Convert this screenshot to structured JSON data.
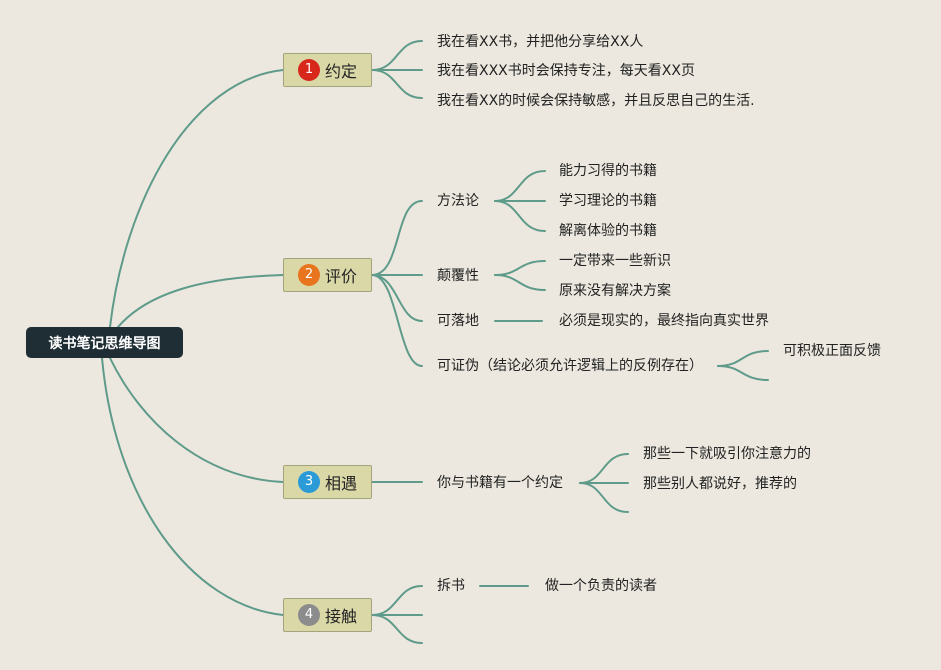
{
  "colors": {
    "background": "#ece8df",
    "connector": "#5f9b8a",
    "root_fill": "#1f2e34",
    "root_text": "#ffffff",
    "topic_fill": "#dbd8a8",
    "topic_border": "#a2a57c",
    "text": "#222222"
  },
  "root": {
    "label": "读书笔记思维导图"
  },
  "branches": [
    {
      "number": "1",
      "label": "约定",
      "badge_color": "#d8281c",
      "children": [
        {
          "label": "我在看XX书，并把他分享给XX人"
        },
        {
          "label": "我在看XXX书时会保持专注，每天看XX页"
        },
        {
          "label": "我在看XX的时候会保持敏感，并且反思自己的生活."
        }
      ]
    },
    {
      "number": "2",
      "label": "评价",
      "badge_color": "#e8741e",
      "children": [
        {
          "label": "方法论",
          "children": [
            {
              "label": "能力习得的书籍"
            },
            {
              "label": "学习理论的书籍"
            },
            {
              "label": "解离体验的书籍"
            }
          ]
        },
        {
          "label": "颠覆性",
          "children": [
            {
              "label": "一定带来一些新识"
            },
            {
              "label": "原来没有解决方案"
            }
          ]
        },
        {
          "label": "可落地",
          "children": [
            {
              "label": "必须是现实的，最终指向真实世界"
            }
          ]
        },
        {
          "label": "可证伪（结论必须允许逻辑上的反例存在）",
          "children": [
            {
              "label": "可积极正面反馈"
            }
          ]
        }
      ]
    },
    {
      "number": "3",
      "label": "相遇",
      "badge_color": "#2b9bd8",
      "children": [
        {
          "label": "你与书籍有一个约定",
          "children": [
            {
              "label": "那些一下就吸引你注意力的"
            },
            {
              "label": "那些别人都说好，推荐的"
            }
          ]
        }
      ]
    },
    {
      "number": "4",
      "label": "接触",
      "badge_color": "#8c8c8c",
      "children": [
        {
          "label": "拆书",
          "children": [
            {
              "label": "做一个负责的读者"
            }
          ]
        }
      ]
    }
  ]
}
